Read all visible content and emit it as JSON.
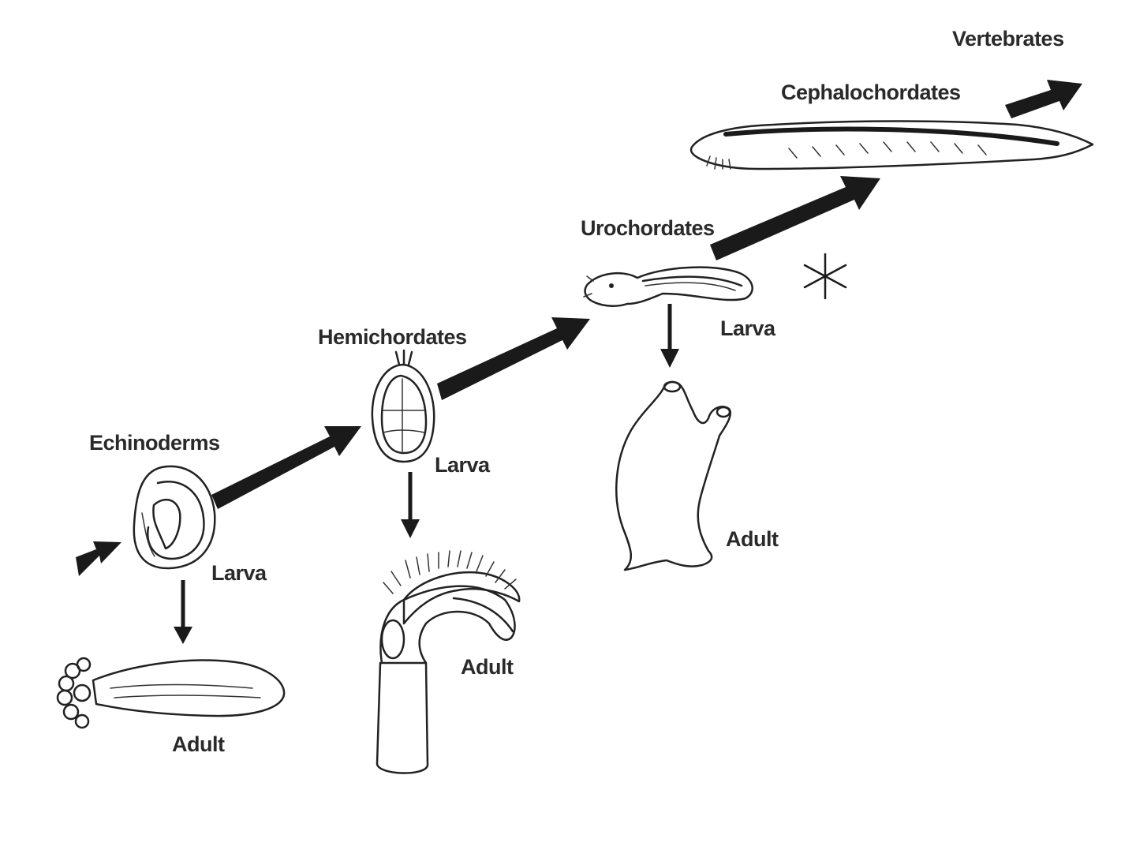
{
  "groups": {
    "echinoderms": {
      "name": "Echinoderms",
      "larva": "Larva",
      "adult": "Adult"
    },
    "hemichordates": {
      "name": "Hemichordates",
      "larva": "Larva",
      "adult": "Adult"
    },
    "urochordates": {
      "name": "Urochordates",
      "larva": "Larva",
      "adult": "Adult"
    },
    "cephalochordates": {
      "name": "Cephalochordates"
    },
    "vertebrates": {
      "name": "Vertebrates"
    }
  },
  "icons": {
    "excluded_marker": "asterisk-x-icon"
  },
  "colors": {
    "ink": "#1a1a1a",
    "background": "#ffffff"
  }
}
